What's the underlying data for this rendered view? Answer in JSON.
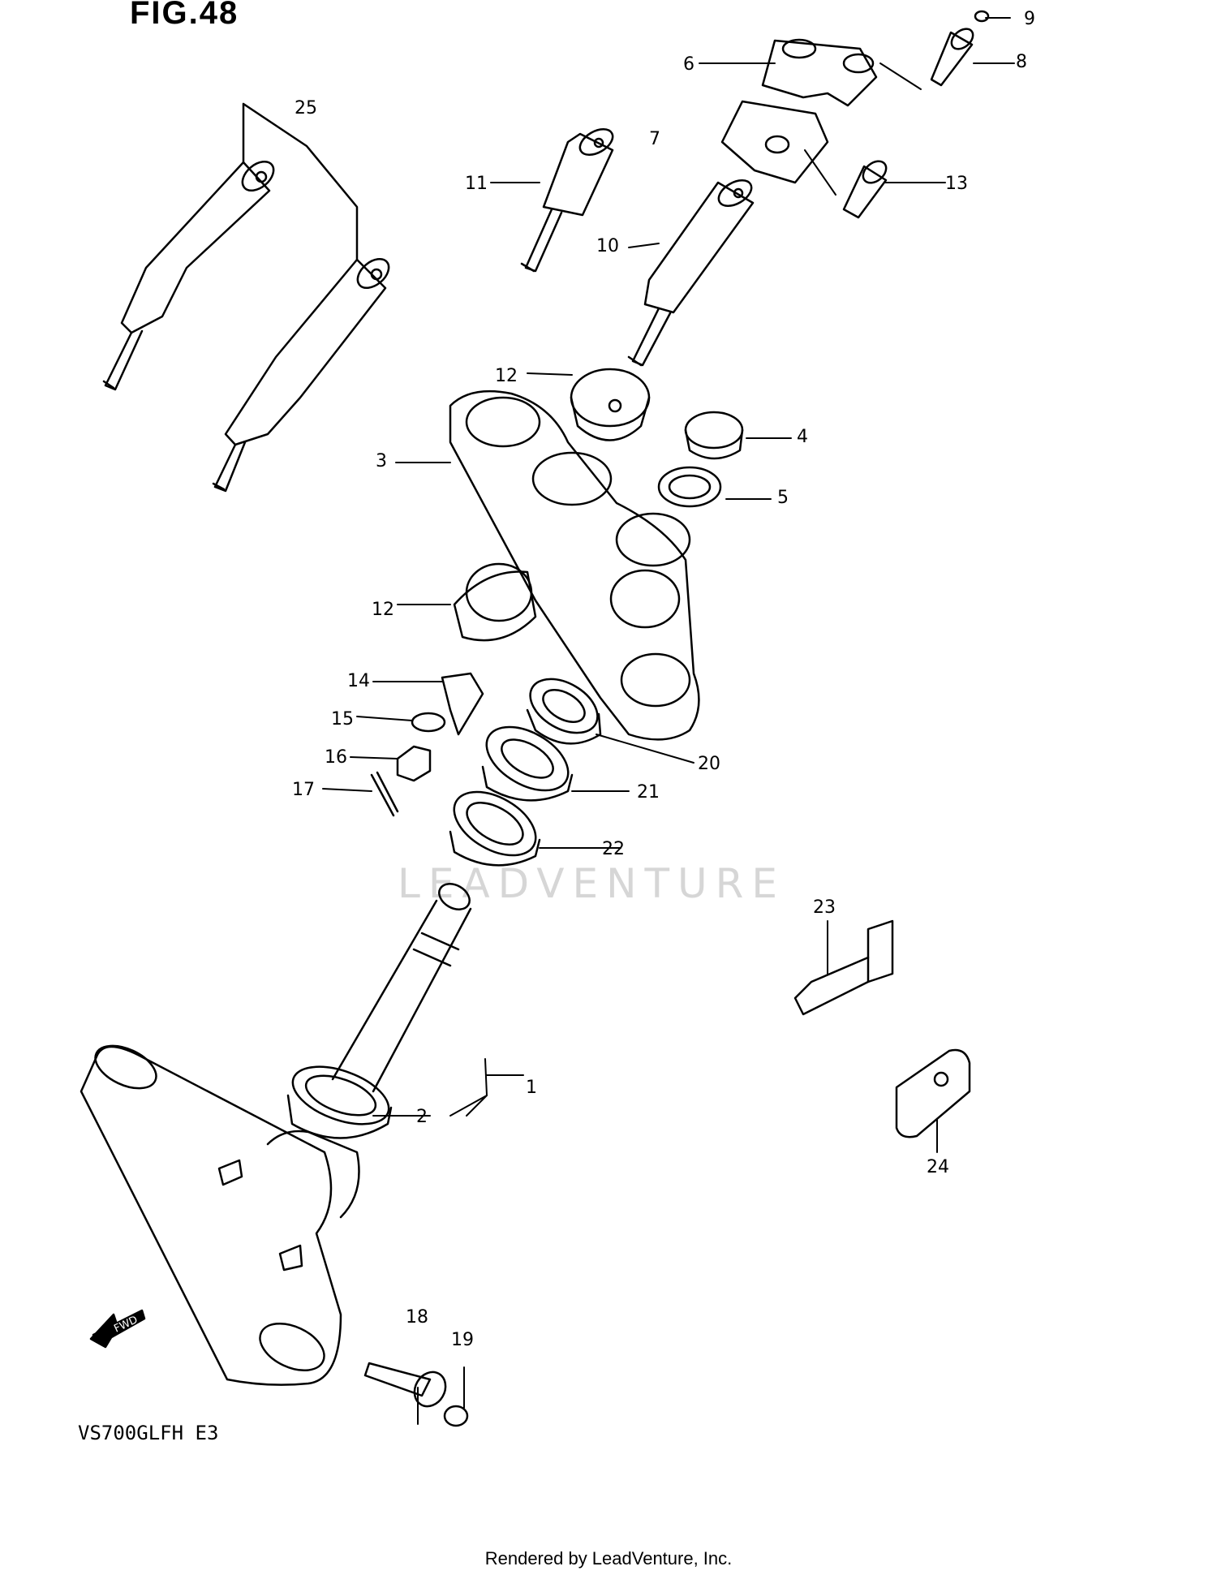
{
  "figure": {
    "title": "FIG.48",
    "model": "VS700GLFH  E3",
    "footer": "Rendered by LeadVenture, Inc.",
    "watermark": "LEADVENTURE",
    "fwd_label": "FWD"
  },
  "callouts": [
    "1",
    "2",
    "3",
    "4",
    "5",
    "6",
    "7",
    "8",
    "9",
    "10",
    "11",
    "12",
    "12",
    "13",
    "14",
    "15",
    "16",
    "17",
    "18",
    "19",
    "20",
    "21",
    "22",
    "23",
    "24",
    "25"
  ],
  "colors": {
    "line": "#000000",
    "background": "#ffffff",
    "watermark": "#d6d6d6"
  }
}
